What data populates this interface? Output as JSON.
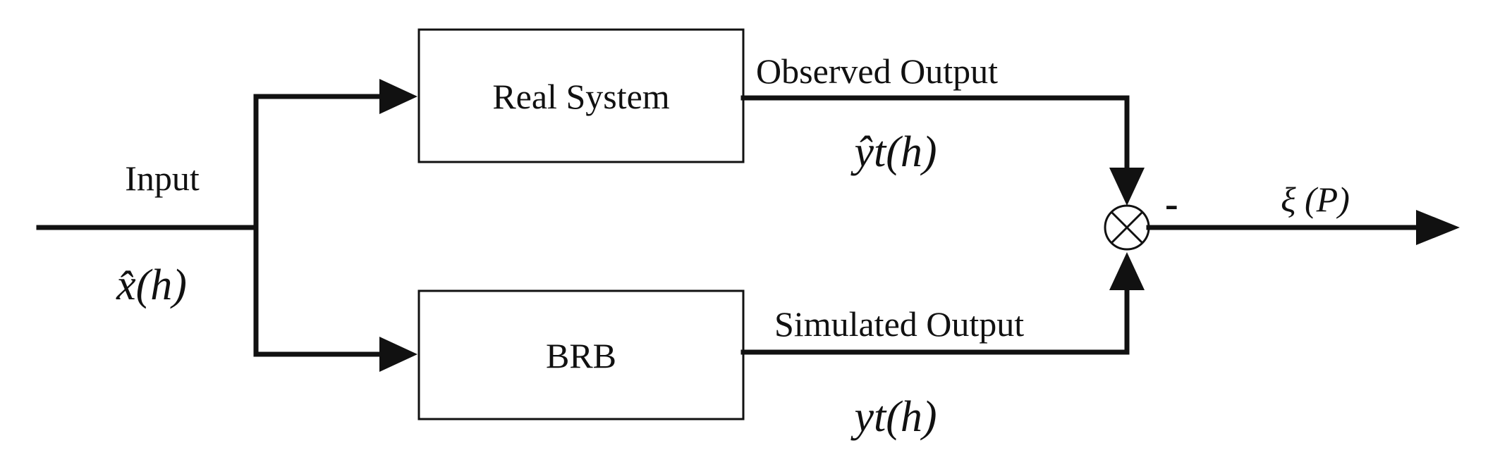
{
  "blocks": {
    "real_system": "Real System",
    "brb": "BRB"
  },
  "labels": {
    "input": "Input",
    "observed_output": "Observed Output",
    "simulated_output": "Simulated Output",
    "minus_sign": "-"
  },
  "math": {
    "input_signal": "x̂(h)",
    "observed_signal": "ŷt(h)",
    "simulated_signal": "yt(h)",
    "error_signal": "ξ (P)"
  },
  "colors": {
    "line": "#111111",
    "background": "#ffffff"
  }
}
